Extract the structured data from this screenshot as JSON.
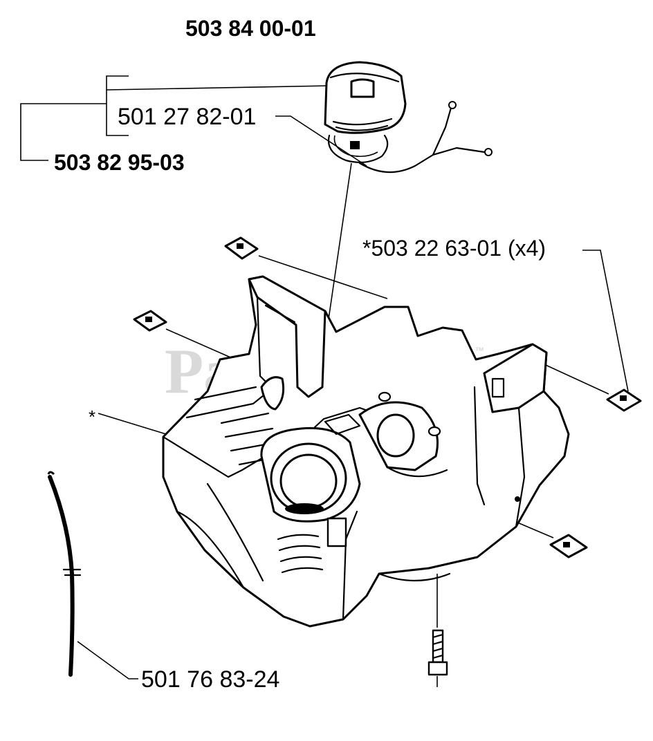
{
  "parts": {
    "assembly_top": "503 84 00-01",
    "cap_seal": "501 27 82-01",
    "cap_assembly": "503 82 95-03",
    "clip_nut": "*503 22 63-01 (x4)",
    "tank_marker": "*",
    "fuel_hose": "501 76 83-24"
  },
  "watermark": {
    "text": "PartsTree",
    "tm": "™"
  },
  "colors": {
    "line": "#000000",
    "background": "#ffffff",
    "watermark": "#d9d9d9"
  }
}
